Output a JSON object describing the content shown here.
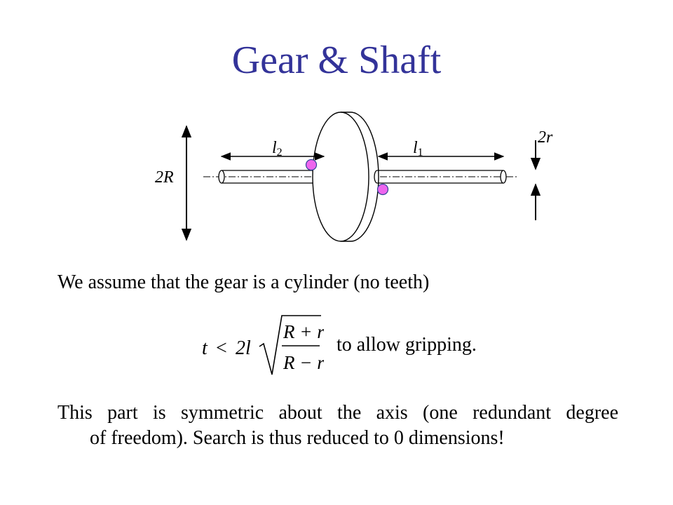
{
  "slide": {
    "title": "Gear & Shaft"
  },
  "diagram": {
    "labels": {
      "l2": "l",
      "l2_sub": "2",
      "l1": "l",
      "l1_sub": "1",
      "diameter_big": "2R",
      "diameter_small": "2r"
    },
    "colors": {
      "marker": "#ee66ee",
      "marker_stroke": "#334499",
      "line": "#000000"
    }
  },
  "text": {
    "assumption": "We assume that the gear is a cylinder (no teeth)",
    "grip": "to allow gripping.",
    "symmetry_line1": "This part is symmetric about the axis (one redundant degree",
    "symmetry_line2": "of freedom). Search is thus reduced to 0 dimensions!"
  },
  "formula": {
    "lhs_t": "t",
    "lt": "<",
    "coef": "2l",
    "num": "R + r",
    "den": "R − r"
  }
}
